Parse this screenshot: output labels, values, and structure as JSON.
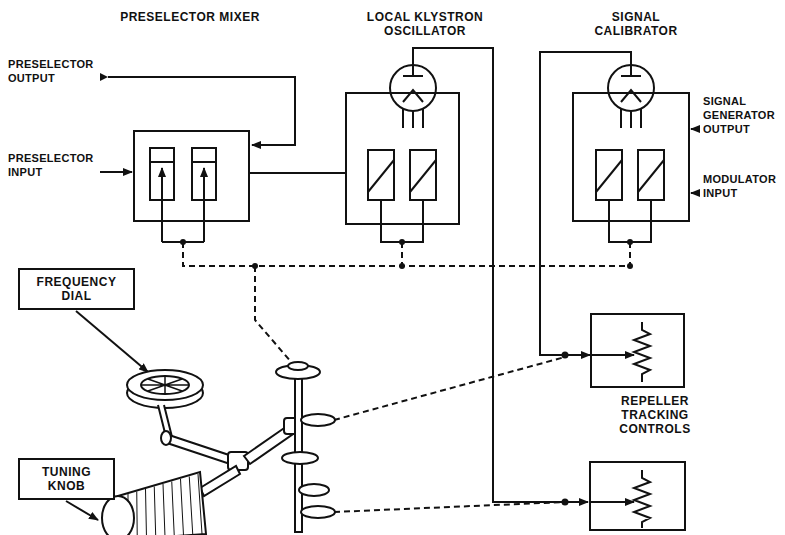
{
  "diagram": {
    "nodes": [
      {
        "text": [
          "PRESELECTOR MIXER"
        ]
      },
      {
        "text": [
          "LOCAL KLYSTRON OSCILLATOR"
        ]
      },
      {
        "text": [
          "SIGNAL CALIBRATOR"
        ]
      },
      {
        "text": [
          "FREQUENCY DIAL"
        ]
      },
      {
        "text": [
          "TUNING KNOB"
        ]
      },
      {
        "text": [
          "REPELLER TRACKING CONTROLS"
        ]
      }
    ],
    "edges": [
      {
        "from": 0,
        "to": 1,
        "arrow": "none"
      },
      {
        "from": 2,
        "to": 5,
        "arrow": "to"
      }
    ],
    "labels": [
      "PRESELECTOR OUTPUT",
      "PRESELECTOR INPUT",
      "SIGNAL GENERATOR OUTPUT",
      "MODULATOR INPUT"
    ]
  }
}
